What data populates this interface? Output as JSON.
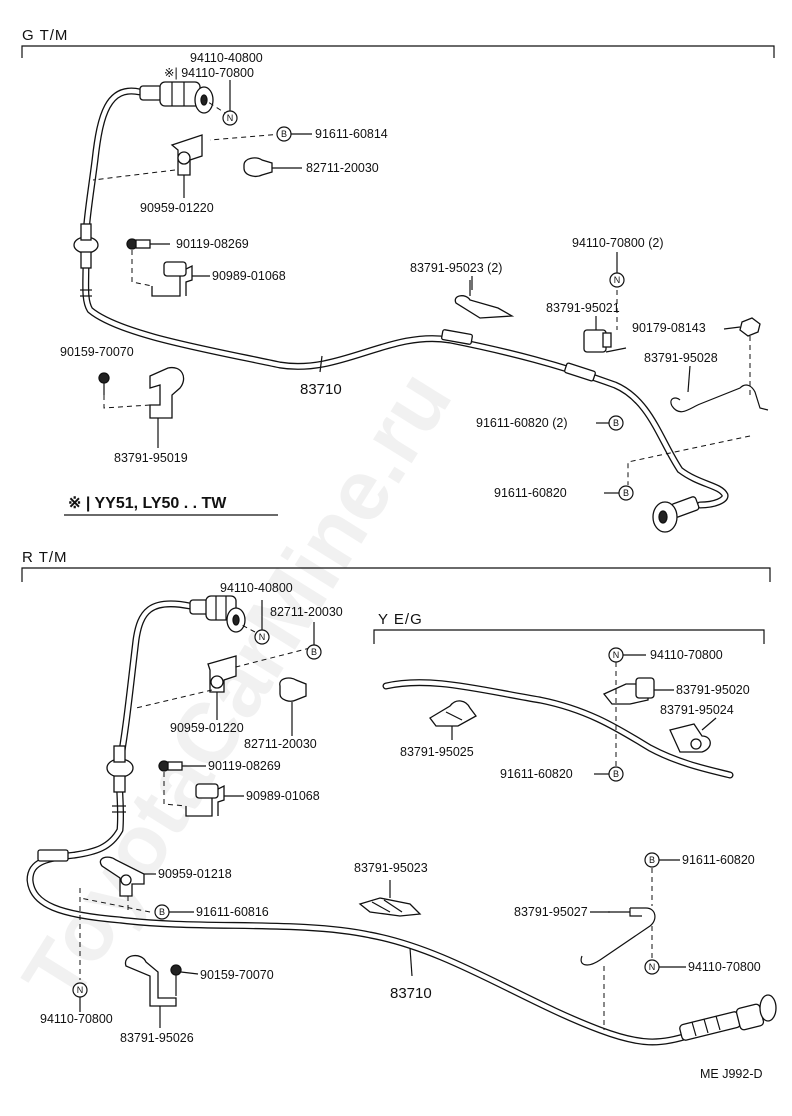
{
  "sections": {
    "gtm": "G  T/M",
    "rtm": "R  T/M",
    "yeg": "Y  E/G"
  },
  "note": "※ | YY51, LY50 . .  TW",
  "watermark": "ToyotaCarMine.ru",
  "figure_id": "ME  J992-D",
  "symbols": {
    "nut": "N",
    "bolt": "B"
  },
  "gtm": {
    "labels": {
      "p1": "94110-40800",
      "p2": "※| 94110-70800",
      "p3": "91611-60814",
      "p4": "82711-20030",
      "p5": "90959-01220",
      "p6": "90119-08269",
      "p7": "90989-01068",
      "p8": "94110-70800 (2)",
      "p9": "83791-95023 (2)",
      "p10": "83791-95021",
      "p11": "90179-08143",
      "p12": "83791-95028",
      "p13": "90159-70070",
      "p14": "83710",
      "p15": "91611-60820 (2)",
      "p16": "91611-60820",
      "p17": "83791-95019"
    }
  },
  "rtm": {
    "labels": {
      "p1": "94110-40800",
      "p2": "82711-20030",
      "p3": "90959-01220",
      "p4": "82711-20030",
      "p5": "90119-08269",
      "p6": "90989-01068",
      "p7": "90959-01218",
      "p8": "91611-60816",
      "p9": "90159-70070",
      "p10": "83791-95026",
      "p11": "94110-70800",
      "p12": "83710",
      "p13": "83791-95023",
      "p14": "83791-95027",
      "p15": "91611-60820",
      "p16": "94110-70800"
    }
  },
  "yeg": {
    "labels": {
      "p1": "94110-70800",
      "p2": "83791-95020",
      "p3": "83791-95024",
      "p4": "83791-95025",
      "p5": "91611-60820"
    }
  }
}
